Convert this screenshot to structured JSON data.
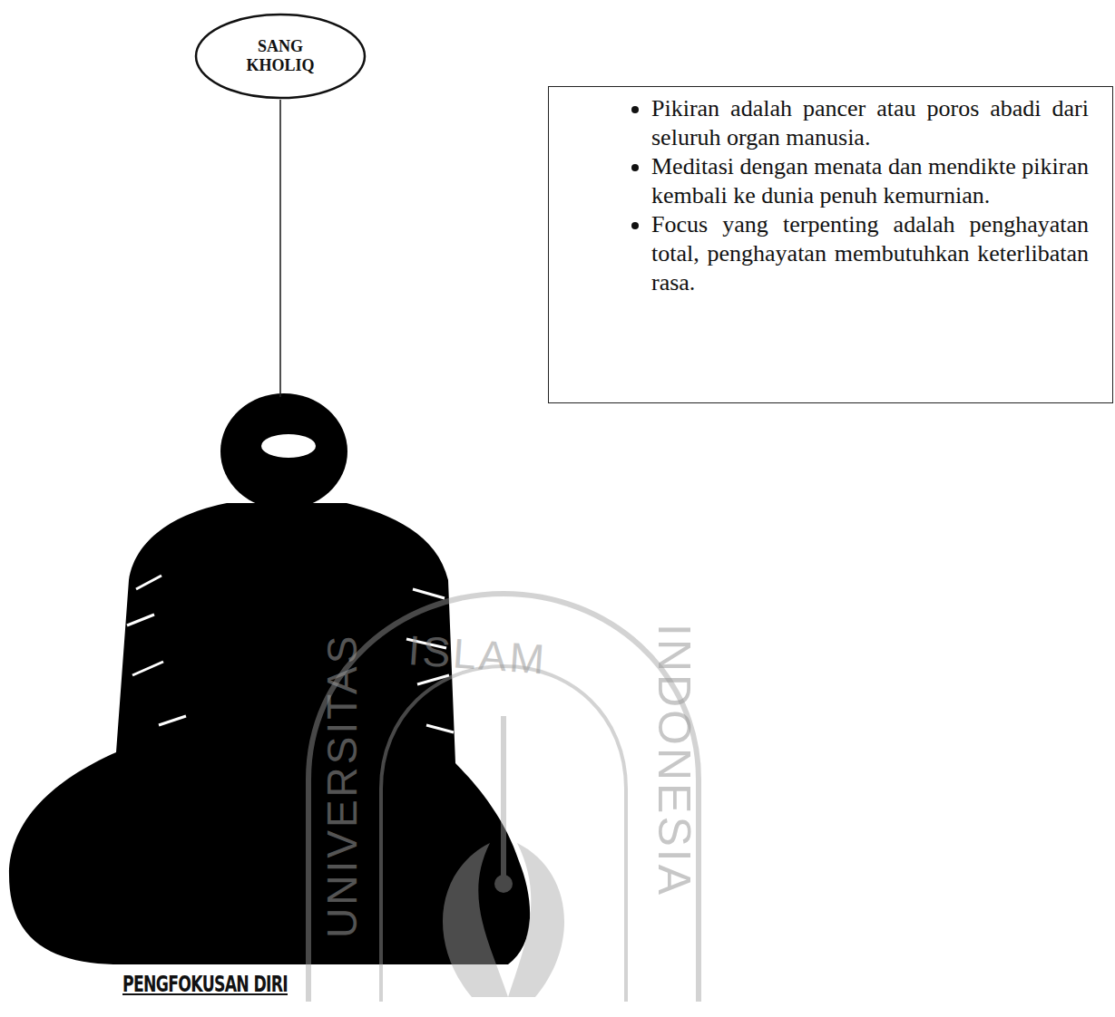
{
  "diagram": {
    "nodes": [
      {
        "text": [
          "SANG KHOLIQ"
        ]
      },
      {
        "text": [
          "PENGFOKUSAN DIRI"
        ]
      },
      {
        "text": [
          "Pikiran adalah pancer atau poros abadi dari seluruh organ manusia.",
          "Meditasi dengan menata dan mendikte pikiran kembali ke dunia penuh kemurnian.",
          "Focus yang terpenting adalah penghayatan total, penghayatan membutuhkan keterlibatan rasa."
        ]
      }
    ],
    "edges": [
      {
        "from": 0,
        "to": 1,
        "arrow": "none"
      }
    ],
    "labels": [
      "ISLAM",
      "UNIVERSITAS",
      "INDONESIA"
    ]
  }
}
